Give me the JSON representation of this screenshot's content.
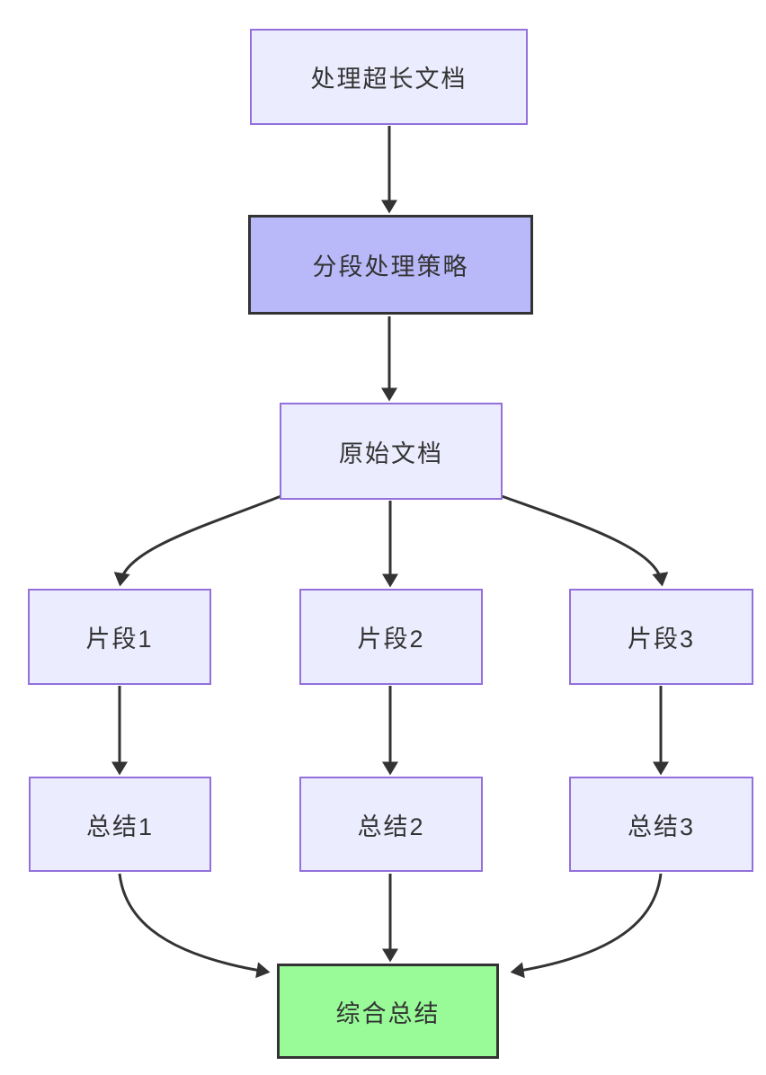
{
  "diagram": {
    "type": "flowchart",
    "direction": "top-down",
    "nodes": [
      {
        "id": "A",
        "label": "处理超长文档",
        "style": "default"
      },
      {
        "id": "B",
        "label": "分段处理策略",
        "style": "highlight-purple"
      },
      {
        "id": "C",
        "label": "原始文档",
        "style": "default"
      },
      {
        "id": "D1",
        "label": "片段1",
        "style": "default"
      },
      {
        "id": "D2",
        "label": "片段2",
        "style": "default"
      },
      {
        "id": "D3",
        "label": "片段3",
        "style": "default"
      },
      {
        "id": "E1",
        "label": "总结1",
        "style": "default"
      },
      {
        "id": "E2",
        "label": "总结2",
        "style": "default"
      },
      {
        "id": "E3",
        "label": "总结3",
        "style": "default"
      },
      {
        "id": "F",
        "label": "综合总结",
        "style": "highlight-green"
      }
    ],
    "edges": [
      {
        "from": "处理超长文档",
        "to": "分段处理策略"
      },
      {
        "from": "分段处理策略",
        "to": "原始文档"
      },
      {
        "from": "原始文档",
        "to": "片段1"
      },
      {
        "from": "原始文档",
        "to": "片段2"
      },
      {
        "from": "原始文档",
        "to": "片段3"
      },
      {
        "from": "片段1",
        "to": "总结1"
      },
      {
        "from": "片段2",
        "to": "总结2"
      },
      {
        "from": "片段3",
        "to": "总结3"
      },
      {
        "from": "总结1",
        "to": "综合总结"
      },
      {
        "from": "总结2",
        "to": "综合总结"
      },
      {
        "from": "总结3",
        "to": "综合总结"
      }
    ],
    "colors": {
      "background": "#FFFFFF",
      "node_fill": "#ECECFF",
      "node_border": "#9370DB",
      "highlight_purple_fill": "#B9B9F9",
      "highlight_green_fill": "#98FB98",
      "highlight_border": "#333333",
      "edge_color": "#333333",
      "text_color": "#333333"
    }
  }
}
